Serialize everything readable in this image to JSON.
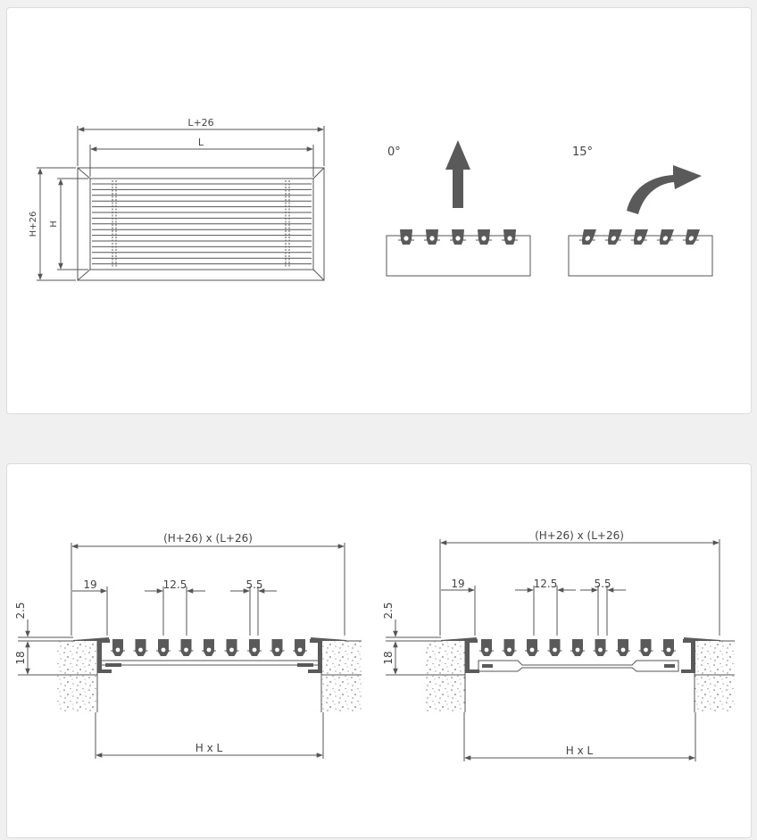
{
  "front_view": {
    "width_outer_label": "L+26",
    "width_inner_label": "L",
    "height_outer_label": "H+26",
    "height_inner_label": "H"
  },
  "deflection": {
    "angle_0_label": "0°",
    "angle_15_label": "15°"
  },
  "section_left": {
    "overall_label": "(H+26) x (L+26)",
    "flange_label": "19",
    "pitch_label": "12.5",
    "blade_label": "5.5",
    "lip_label": "2.5",
    "depth_label": "18",
    "opening_label": "H x L"
  },
  "section_right": {
    "overall_label": "(H+26) x (L+26)",
    "flange_label": "19",
    "pitch_label": "12.5",
    "blade_label": "5.5",
    "lip_label": "2.5",
    "depth_label": "18",
    "opening_label": "H x L"
  },
  "colors": {
    "line": "#555555",
    "fill_dark": "#5a5a5a",
    "panel": "#ffffff",
    "background": "#f0f0f0"
  }
}
